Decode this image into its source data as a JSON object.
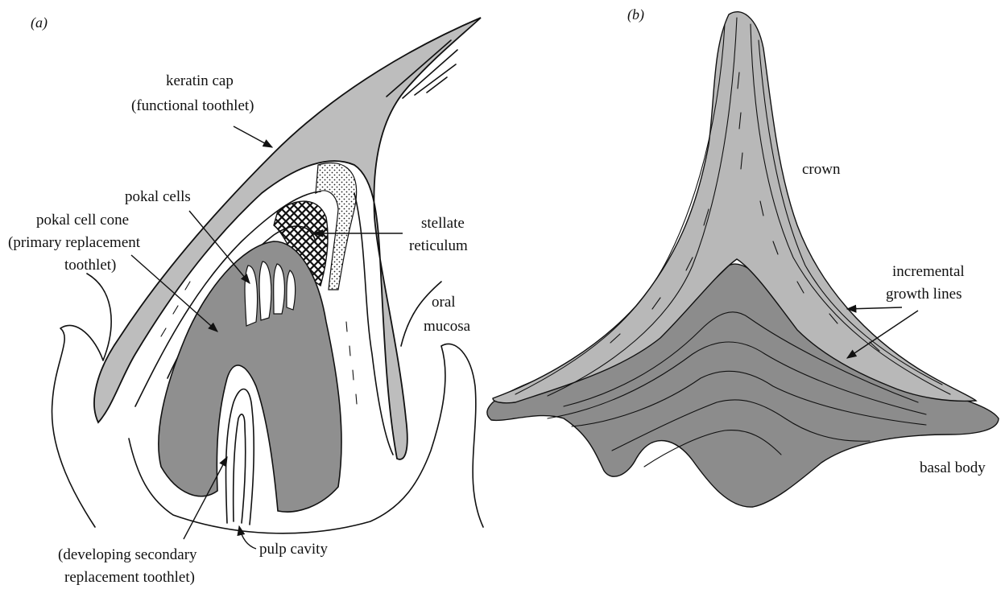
{
  "panels": {
    "a": {
      "tag": "(a)",
      "labels": {
        "keratin_cap_1": "keratin cap",
        "keratin_cap_2": "(functional toothlet)",
        "pokal_cells": "pokal cells",
        "pokal_cone_1": "pokal cell cone",
        "pokal_cone_2": "(primary replacement",
        "pokal_cone_3": "toothlet)",
        "stellate_1": "stellate",
        "stellate_2": "reticulum",
        "oral_1": "oral",
        "oral_2": "mucosa",
        "developing_1": "(developing secondary",
        "developing_2": "replacement toothlet)",
        "pulp": "pulp cavity"
      }
    },
    "b": {
      "tag": "(b)",
      "labels": {
        "crown": "crown",
        "incremental_1": "incremental",
        "incremental_2": "growth lines",
        "basal": "basal body"
      }
    }
  },
  "colors": {
    "keratin": "#bdbdbd",
    "cone": "#8f8f8f",
    "crown": "#b8b8b8",
    "basal": "#8c8c8c"
  }
}
